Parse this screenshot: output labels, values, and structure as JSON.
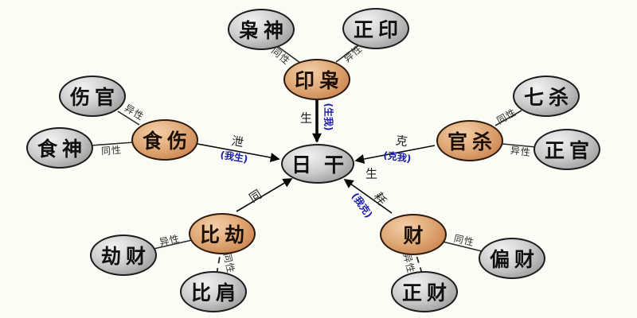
{
  "colors": {
    "background": "#fafcf5",
    "node_gray_light": "#f2f2f2",
    "node_gray_dark": "#8a8a8a",
    "node_orange_light": "#f3cfa9",
    "node_orange_dark": "#c1733e",
    "line": "#1a1a1a",
    "blue_text": "#1c1caa"
  },
  "nodes": {
    "rigan": {
      "label": "日干"
    },
    "yinxiao": {
      "label": "印枭"
    },
    "xiaoshen": {
      "label": "枭神"
    },
    "zhengyin": {
      "label": "正印"
    },
    "shishang": {
      "label": "食伤"
    },
    "shangguan": {
      "label": "伤官"
    },
    "shishen": {
      "label": "食神"
    },
    "guansha": {
      "label": "官杀"
    },
    "qisha": {
      "label": "七杀"
    },
    "zhengguan": {
      "label": "正官"
    },
    "bijie": {
      "label": "比劫"
    },
    "jiecai": {
      "label": "劫财"
    },
    "bijian": {
      "label": "比肩"
    },
    "cai": {
      "label": "财"
    },
    "piancai": {
      "label": "偏财"
    },
    "zhengcai": {
      "label": "正财"
    }
  },
  "relations": {
    "yinxiao_rigan": {
      "char": "生",
      "note": "(生我)"
    },
    "shishang_rigan": {
      "char": "泄",
      "note": "(我生)"
    },
    "guansha_rigan": {
      "char": "克",
      "note": "(克我)"
    },
    "bijie_rigan": {
      "char": "同"
    },
    "cai_rigan": {
      "char": "耗",
      "note": "(我克)",
      "extra": "生"
    }
  },
  "polarity": {
    "same": "同性",
    "diff": "异性"
  }
}
